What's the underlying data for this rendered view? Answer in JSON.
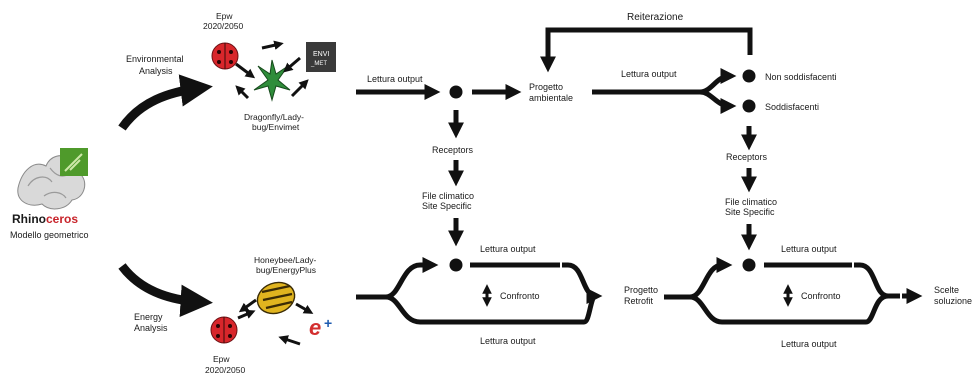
{
  "colors": {
    "ink": "#111111",
    "ladybug_red": "#d8262b",
    "honeybee_yellow": "#e0b41f",
    "rhino_red": "#c8242b",
    "grasshopper_green": "#4f9a2b",
    "envimet_dark": "#3a3a3a",
    "energyplus_red": "#d32f2f",
    "energyplus_blue": "#1e5bb0",
    "dragonfly_green": "#2f8d3a"
  },
  "icons": {
    "rhino": "rhino-logo-icon",
    "grasshopper": "grasshopper-icon",
    "ladybug": "ladybug-icon",
    "envimet": "envimet-icon",
    "dragonfly": "dragonfly-icon",
    "honeybee": "honeybee-icon",
    "energyplus": "energyplus-icon"
  },
  "left": {
    "rhino_brand_a": "Rhino",
    "rhino_brand_b": "ceros",
    "model_label": "Modello geometrico"
  },
  "environmental": {
    "analysis_line1": "Environmental",
    "analysis_line2": "Analysis",
    "epw_line1": "Epw",
    "epw_line2": "2020/2050",
    "envimet_line1": "ENVI",
    "envimet_line2": "_MET",
    "tools_line1": "Dragonfly/Lady-",
    "tools_line2": "bug/Envimet"
  },
  "energy": {
    "analysis_line1": "Energy",
    "analysis_line2": "Analysis",
    "tools_line1": "Honeybee/Lady-",
    "tools_line2": "bug/EnergyPlus",
    "epw_line1": "Epw",
    "epw_line2": "2020/2050"
  },
  "top_flow": {
    "reiterazione": "Reiterazione",
    "lettura_output_1": "Lettura output",
    "progetto_line1": "Progetto",
    "progetto_line2": "ambientale",
    "lettura_output_2": "Lettura output",
    "non_soddisfacenti": "Non soddisfacenti",
    "soddisfacenti": "Soddisfacenti"
  },
  "mid_column_1": {
    "receptors": "Receptors",
    "file_line1": "File climatico",
    "file_line2": "Site Specific"
  },
  "mid_column_2": {
    "receptors": "Receptors",
    "file_line1": "File climatico",
    "file_line2": "Site Specific"
  },
  "bottom_flow": {
    "lettura_output_top_1": "Lettura output",
    "confronto_1": "Confronto",
    "lettura_output_bottom_1": "Lettura output",
    "retrofit_line1": "Progetto",
    "retrofit_line2": "Retrofit",
    "lettura_output_top_2": "Lettura output",
    "confronto_2": "Confronto",
    "lettura_output_bottom_2": "Lettura output",
    "scelte_line1": "Scelte",
    "scelte_line2": "soluzione"
  }
}
